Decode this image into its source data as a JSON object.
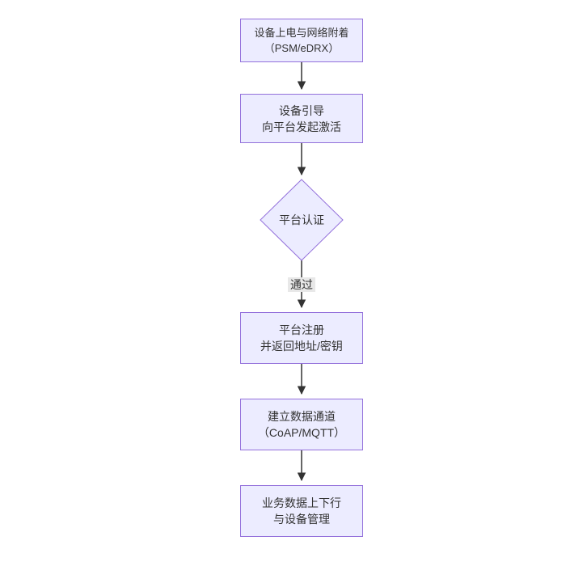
{
  "diagram": {
    "type": "flowchart",
    "direction": "top-down",
    "nodes": [
      {
        "id": "power-attach",
        "shape": "rect",
        "lines": [
          "设备上电与网络附着",
          "（PSM/eDRX）"
        ]
      },
      {
        "id": "bootstrap",
        "shape": "rect",
        "lines": [
          "设备引导",
          "向平台发起激活"
        ]
      },
      {
        "id": "platform-auth",
        "shape": "diamond",
        "lines": [
          "平台认证"
        ]
      },
      {
        "id": "register",
        "shape": "rect",
        "lines": [
          "平台注册",
          "并返回地址/密钥"
        ]
      },
      {
        "id": "data-channel",
        "shape": "rect",
        "lines": [
          "建立数据通道",
          "（CoAP/MQTT）"
        ]
      },
      {
        "id": "business-data",
        "shape": "rect",
        "lines": [
          "业务数据上下行",
          "与设备管理"
        ]
      }
    ],
    "edges": [
      {
        "from": "power-attach",
        "to": "bootstrap",
        "label": ""
      },
      {
        "from": "bootstrap",
        "to": "platform-auth",
        "label": ""
      },
      {
        "from": "platform-auth",
        "to": "register",
        "label": "通过"
      },
      {
        "from": "register",
        "to": "data-channel",
        "label": ""
      },
      {
        "from": "data-channel",
        "to": "business-data",
        "label": ""
      }
    ],
    "edge_label": "通过",
    "colors": {
      "node_fill": "#ECECFF",
      "node_border": "#9370DB",
      "arrow": "#333333",
      "text": "#333333",
      "label_bg": "#e8e8e8"
    }
  }
}
